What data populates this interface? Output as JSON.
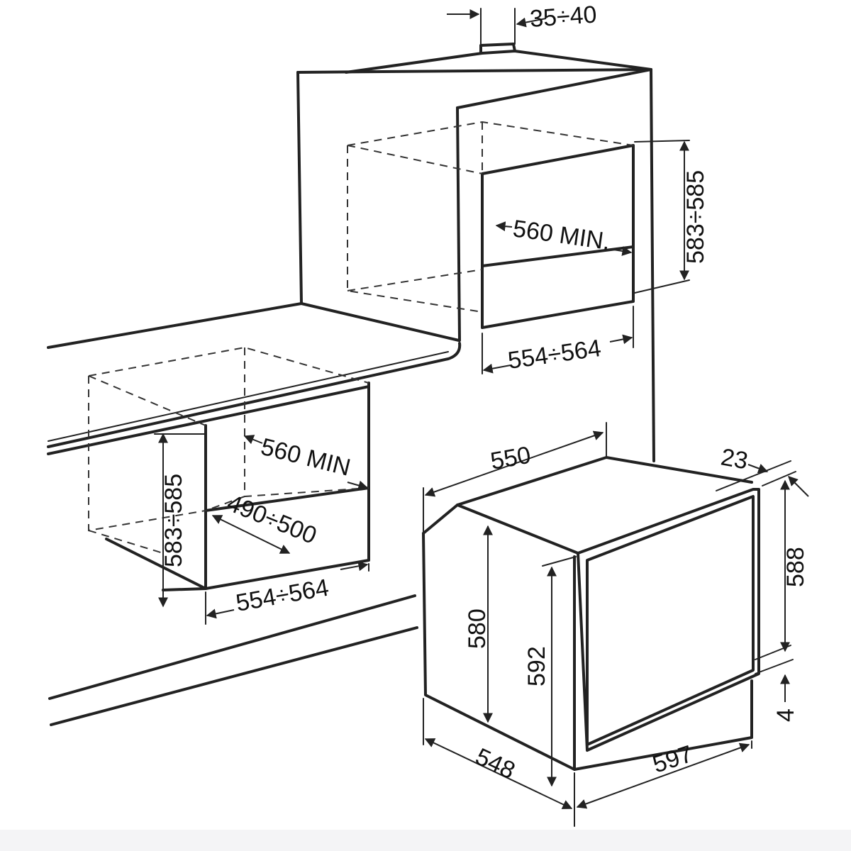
{
  "colors": {
    "line": "#222222",
    "background": "#ffffff",
    "strip": "#f4f4f6"
  },
  "labels": {
    "top_offset": "35÷40",
    "wall_height": "583÷585",
    "wall_depth": "560 MIN.",
    "wall_width": "554÷564",
    "under_depth": "560 MIN",
    "under_height": "583÷585",
    "under_inner_depth": "490÷500",
    "under_width": "554÷564",
    "oven_depth": "550",
    "front_thickness": "23",
    "front_height": "588",
    "body_height": "580",
    "total_height": "592",
    "bottom_gap": "4",
    "side_depth": "548",
    "front_width": "597"
  }
}
